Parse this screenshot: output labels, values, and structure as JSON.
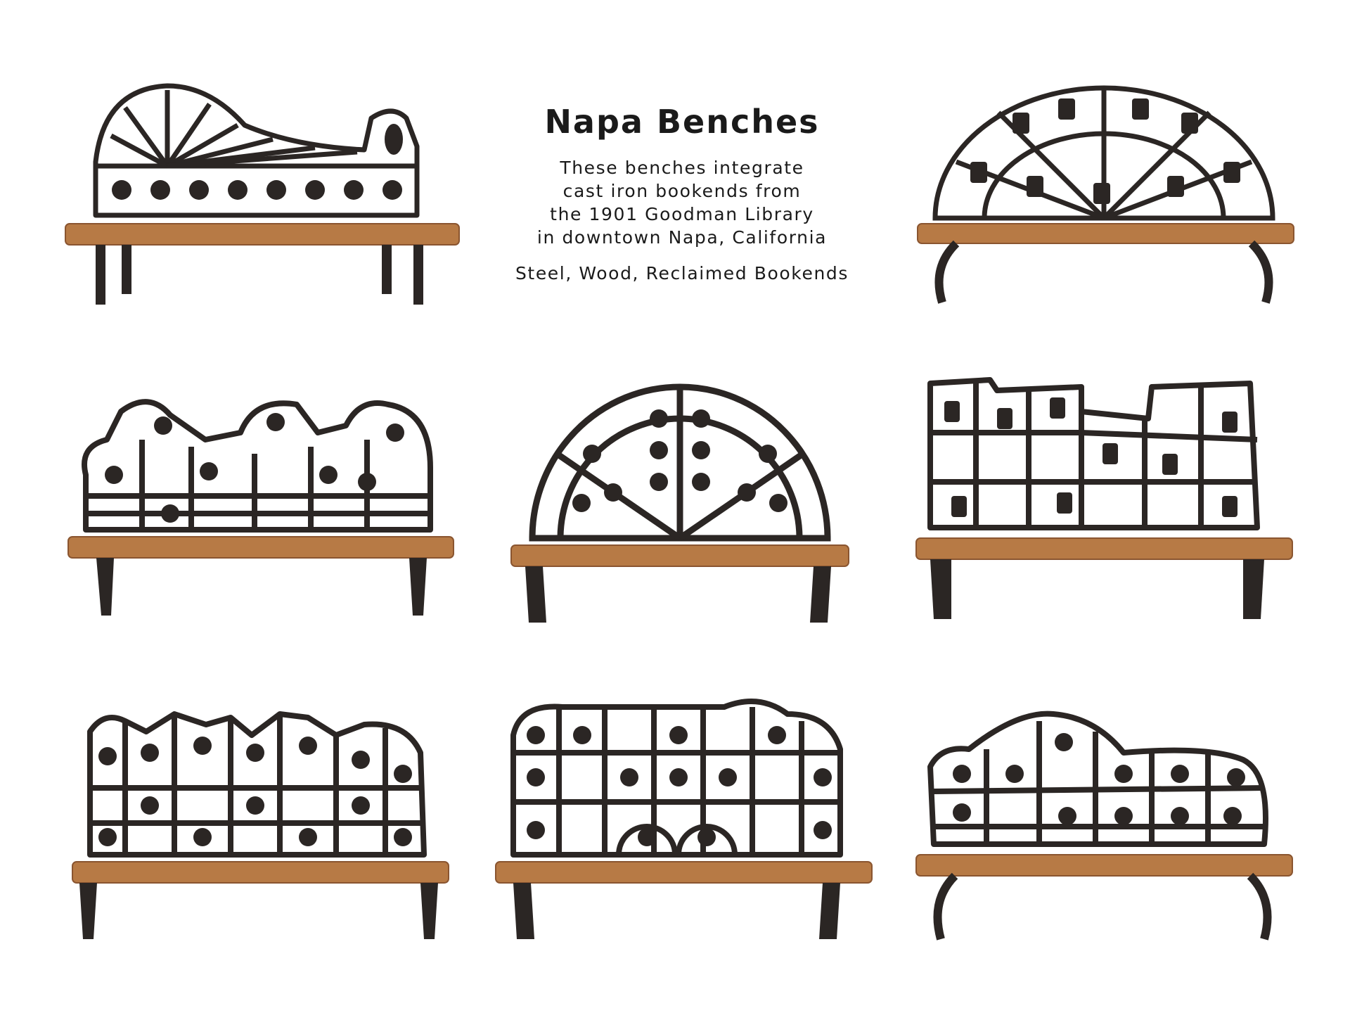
{
  "heading": {
    "title": "Napa Benches",
    "description_lines": [
      "These benches integrate",
      "cast iron bookends from",
      "the 1901 Goodman Library",
      "in downtown Napa, California"
    ],
    "materials": "Steel, Wood, Reclaimed Bookends"
  },
  "colors": {
    "steel": "#2b2624",
    "wood": "#b77a45",
    "wood_edge": "#8a5530",
    "background": "#ffffff"
  },
  "benches": [
    {
      "style": "sunrise-scroll",
      "legs": "straight"
    },
    {
      "style": "fan-arch",
      "legs": "curved"
    },
    {
      "style": "hills-grid",
      "legs": "tapered"
    },
    {
      "style": "semicircle",
      "legs": "frame"
    },
    {
      "style": "blocky-grid",
      "legs": "frame"
    },
    {
      "style": "peaks-grid",
      "legs": "tapered"
    },
    {
      "style": "arch-grid",
      "legs": "frame"
    },
    {
      "style": "wave-grid",
      "legs": "curved"
    }
  ]
}
